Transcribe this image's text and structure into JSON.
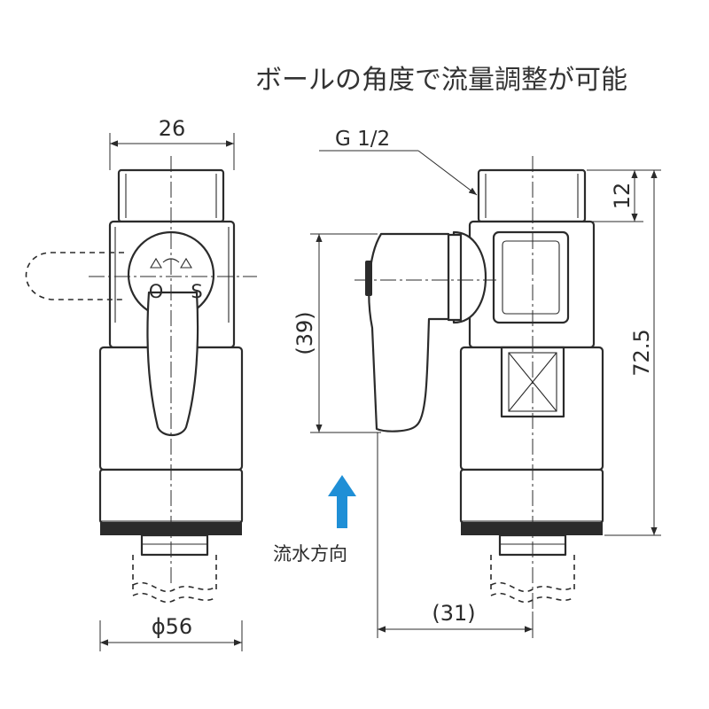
{
  "heading": "ボールの角度で流量調整が可能",
  "dimensions": {
    "width_top": "26",
    "diameter_bottom": "ϕ56",
    "thread": "G 1/2",
    "thread_height": "12",
    "total_height": "72.5",
    "handle_height": "(39)",
    "offset_bottom": "(31)"
  },
  "handle_marks": {
    "open": "O",
    "shut": "S"
  },
  "flow_direction": {
    "label": "流水方向",
    "arrow_color": "#1f8fd6"
  },
  "line_color": "#2b2b2b"
}
